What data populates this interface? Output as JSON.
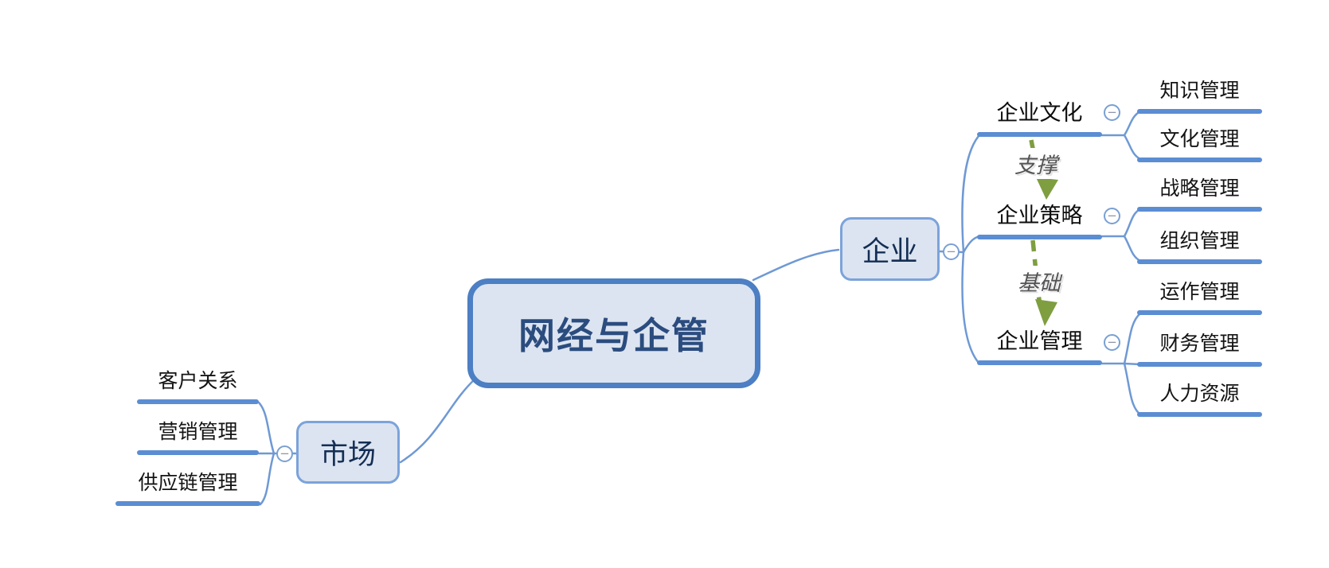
{
  "root": {
    "label": "网经与企管"
  },
  "branches": {
    "enterprise": {
      "label": "企业",
      "subtopics": [
        {
          "label": "企业文化",
          "children": [
            {
              "label": "知识管理"
            },
            {
              "label": "文化管理"
            }
          ]
        },
        {
          "label": "企业策略",
          "children": [
            {
              "label": "战略管理"
            },
            {
              "label": "组织管理"
            }
          ]
        },
        {
          "label": "企业管理",
          "children": [
            {
              "label": "运作管理"
            },
            {
              "label": "财务管理"
            },
            {
              "label": "人力资源"
            }
          ]
        }
      ]
    },
    "market": {
      "label": "市场",
      "children": [
        {
          "label": "客户关系"
        },
        {
          "label": "营销管理"
        },
        {
          "label": "供应链管理"
        }
      ]
    }
  },
  "relationships": [
    {
      "label": "支撑"
    },
    {
      "label": "基础"
    }
  ],
  "icons": {
    "collapse_glyph": "−"
  },
  "colors": {
    "branch_line": "#6f99d4",
    "topic_underline": "#5b8dd3",
    "node_fill": "#dce4f1",
    "node_border": "#7ca3da",
    "root_border": "#4c7fc3",
    "root_text": "#2b4c7e",
    "arrow_green": "#7e9e40",
    "relationship_text": "#545454"
  }
}
